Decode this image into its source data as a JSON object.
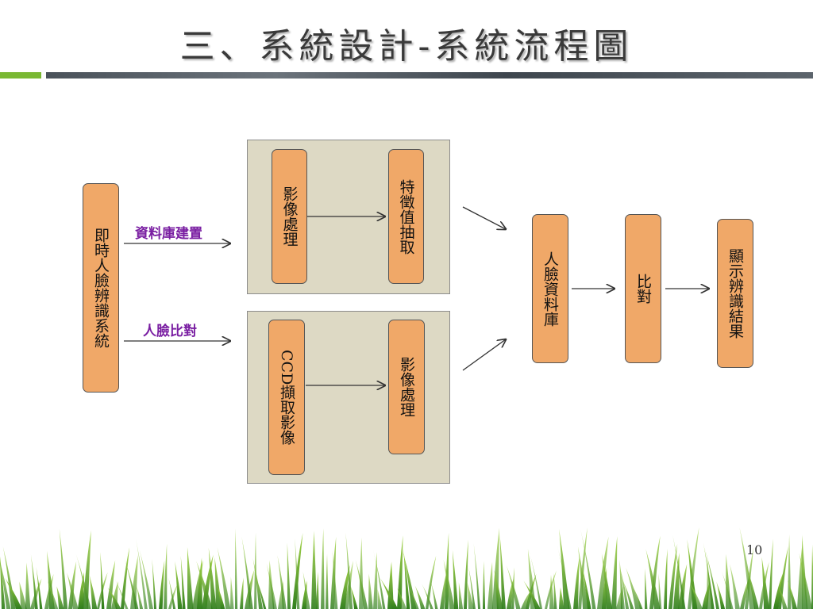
{
  "title": "三、系統設計-系統流程圖",
  "diagram": {
    "system": "即時人臉辨識系統",
    "edge_labels": {
      "build": "資料庫建置",
      "compare": "人臉比對"
    },
    "panel1": {
      "step1": "影像處理",
      "step2": "特徵值抽取"
    },
    "panel2": {
      "step1_prefix": "CCD",
      "step1_suffix": "擷取影像",
      "step2": "影像處理"
    },
    "database": "人臉資料庫",
    "match": "比對",
    "result": "顯示辨識結果"
  },
  "page_number": "10",
  "colors": {
    "box_fill": "#f0a868",
    "panel_fill": "#ddd9c4",
    "label_purple": "#7a1fa2",
    "accent_green": "#7ab833",
    "bar_gray": "#4a525a"
  }
}
